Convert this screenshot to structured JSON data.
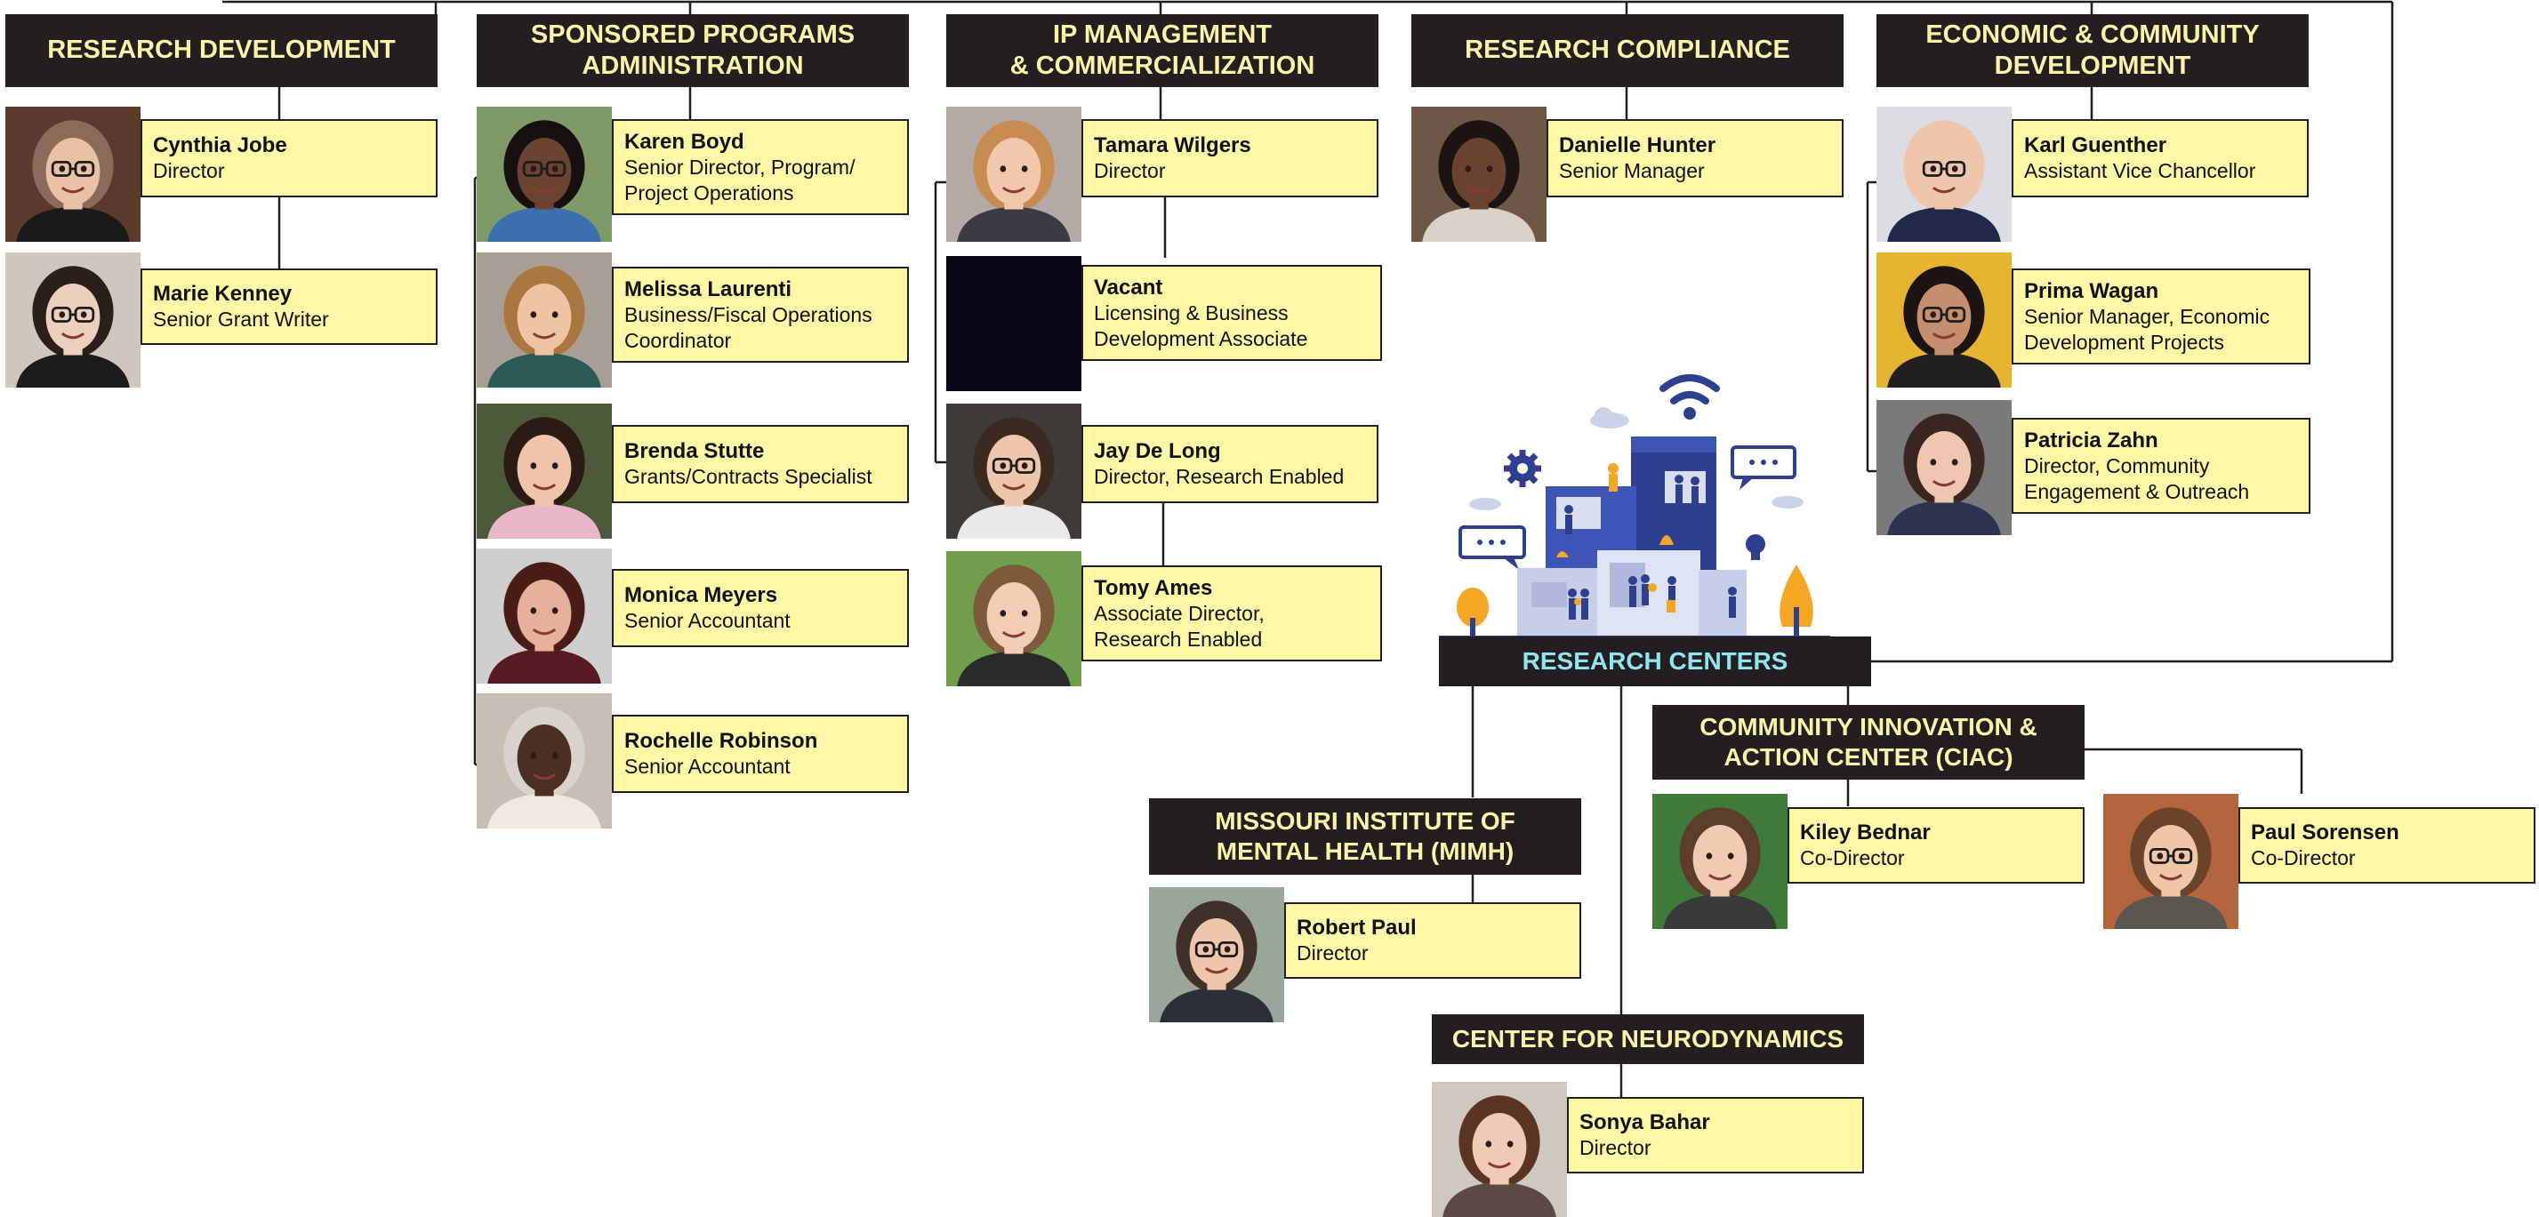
{
  "departments": [
    {
      "id": "research-development",
      "title": "RESEARCH DEVELOPMENT",
      "members": [
        {
          "name": "Cynthia Jobe",
          "title": "Director"
        },
        {
          "name": "Marie Kenney",
          "title": "Senior Grant Writer"
        }
      ]
    },
    {
      "id": "sponsored-programs",
      "title": "SPONSORED PROGRAMS\nADMINISTRATION",
      "members": [
        {
          "name": "Karen Boyd",
          "title": "Senior Director, Program/\nProject Operations"
        },
        {
          "name": "Melissa Laurenti",
          "title": "Business/Fiscal Operations\nCoordinator"
        },
        {
          "name": "Brenda Stutte",
          "title": "Grants/Contracts Specialist"
        },
        {
          "name": "Monica Meyers",
          "title": "Senior Accountant"
        },
        {
          "name": "Rochelle Robinson",
          "title": "Senior Accountant"
        }
      ]
    },
    {
      "id": "ip-management",
      "title": "IP MANAGEMENT\n& COMMERCIALIZATION",
      "members": [
        {
          "name": "Tamara Wilgers",
          "title": "Director"
        },
        {
          "name": "Vacant",
          "title": "Licensing & Business\nDevelopment Associate"
        },
        {
          "name": "Jay De Long",
          "title": "Director, Research Enabled"
        },
        {
          "name": "Tomy Ames",
          "title": "Associate Director,\nResearch Enabled"
        }
      ]
    },
    {
      "id": "research-compliance",
      "title": "RESEARCH COMPLIANCE",
      "members": [
        {
          "name": "Danielle Hunter",
          "title": "Senior Manager"
        }
      ]
    },
    {
      "id": "economic-community",
      "title": "ECONOMIC & COMMUNITY\nDEVELOPMENT",
      "members": [
        {
          "name": "Karl Guenther",
          "title": "Assistant Vice Chancellor"
        },
        {
          "name": "Prima Wagan",
          "title": "Senior Manager, Economic\nDevelopment Projects"
        },
        {
          "name": "Patricia Zahn",
          "title": "Director, Community\nEngagement & Outreach"
        }
      ]
    }
  ],
  "research_centers": {
    "title": "RESEARCH CENTERS",
    "centers": [
      {
        "id": "mimh",
        "title": "MISSOURI INSTITUTE OF\nMENTAL HEALTH (MIMH)",
        "members": [
          {
            "name": "Robert Paul",
            "title": "Director"
          }
        ]
      },
      {
        "id": "ciac",
        "title": "COMMUNITY INNOVATION &\nACTION CENTER (CIAC)",
        "members": [
          {
            "name": "Kiley Bednar",
            "title": "Co-Director"
          },
          {
            "name": "Paul Sorensen",
            "title": "Co-Director"
          }
        ]
      },
      {
        "id": "neurodynamics",
        "title": "CENTER FOR NEURODYNAMICS",
        "members": [
          {
            "name": "Sonya Bahar",
            "title": "Director"
          }
        ]
      }
    ]
  },
  "photos": [
    {
      "key": "cynthia",
      "bg": "#5a3a2a",
      "skin": "#e9c2a6",
      "hair": "#8a6a58",
      "shirt": "#1a1a1a",
      "glasses": true
    },
    {
      "key": "marie",
      "bg": "#cfc7bd",
      "skin": "#ead0bd",
      "hair": "#2a1f1a",
      "shirt": "#1c1c1c",
      "glasses": true
    },
    {
      "key": "karen",
      "bg": "#7f9a66",
      "skin": "#6b4330",
      "hair": "#161110",
      "shirt": "#3c6fb0",
      "glasses": true
    },
    {
      "key": "melissa",
      "bg": "#a89e92",
      "skin": "#f0c4a3",
      "hair": "#a9773f",
      "shirt": "#2c5a55",
      "glasses": false
    },
    {
      "key": "brenda",
      "bg": "#4d5a3a",
      "skin": "#efc4aa",
      "hair": "#2a1b14",
      "shirt": "#e8b7c9",
      "glasses": false
    },
    {
      "key": "monica",
      "bg": "#cfcfcf",
      "skin": "#e7b09a",
      "hair": "#4a1c18",
      "shirt": "#5a1a22",
      "glasses": false
    },
    {
      "key": "rochelle",
      "bg": "#c8bfb3",
      "skin": "#4a2f22",
      "hair": "#d8d3cc",
      "shirt": "#efe9e0",
      "glasses": false
    },
    {
      "key": "tamara",
      "bg": "#b3aaa5",
      "skin": "#f1c8ab",
      "hair": "#c78c52",
      "shirt": "#3b3b44",
      "glasses": false
    },
    {
      "key": "vacant",
      "bg": "#0a0617",
      "skin": "#0a0617",
      "hair": "#0a0617",
      "shirt": "#0a0617",
      "glasses": false
    },
    {
      "key": "jay",
      "bg": "#3d3a38",
      "skin": "#eec6ac",
      "hair": "#3a2a20",
      "shirt": "#e9e9ea",
      "glasses": true
    },
    {
      "key": "tomy",
      "bg": "#6f9e4c",
      "skin": "#f2ccb3",
      "hair": "#7c5a3a",
      "shirt": "#2a2a2a",
      "glasses": false
    },
    {
      "key": "danielle",
      "bg": "#6d5846",
      "skin": "#6a4230",
      "hair": "#1c1412",
      "shirt": "#d9d3c7",
      "glasses": false
    },
    {
      "key": "karl",
      "bg": "#dcdde2",
      "skin": "#eec6ac",
      "hair": "#eec6ac",
      "shirt": "#1e2a48",
      "glasses": true
    },
    {
      "key": "prima",
      "bg": "#e6b42e",
      "skin": "#c58e6e",
      "hair": "#1b1412",
      "shirt": "#202020",
      "glasses": true
    },
    {
      "key": "patricia",
      "bg": "#7a7a7a",
      "skin": "#efc7b0",
      "hair": "#3a2620",
      "shirt": "#2b3550",
      "glasses": false
    },
    {
      "key": "robert",
      "bg": "#9aa69a",
      "skin": "#eec6ac",
      "hair": "#3f3128",
      "shirt": "#2a2f3a",
      "glasses": true
    },
    {
      "key": "kiley",
      "bg": "#3f7a3a",
      "skin": "#f0cbb2",
      "hair": "#5a3e2a",
      "shirt": "#3a3a3a",
      "glasses": false
    },
    {
      "key": "paul",
      "bg": "#b5653d",
      "skin": "#f0c6a6",
      "hair": "#6a4328",
      "shirt": "#5b5750",
      "glasses": true
    },
    {
      "key": "sonya",
      "bg": "#cfc8c1",
      "skin": "#f0cbb4",
      "hair": "#5a3524",
      "shirt": "#5a4a40",
      "glasses": false
    }
  ],
  "colors": {
    "header_bg": "#231f20",
    "header_text": "#fbf3a8",
    "research_centers_text": "#8fe6ee",
    "card_bg": "#fdf7a6",
    "line": "#231f20",
    "illustration_blue": "#2e3f8f",
    "illustration_orange": "#f5a623"
  }
}
